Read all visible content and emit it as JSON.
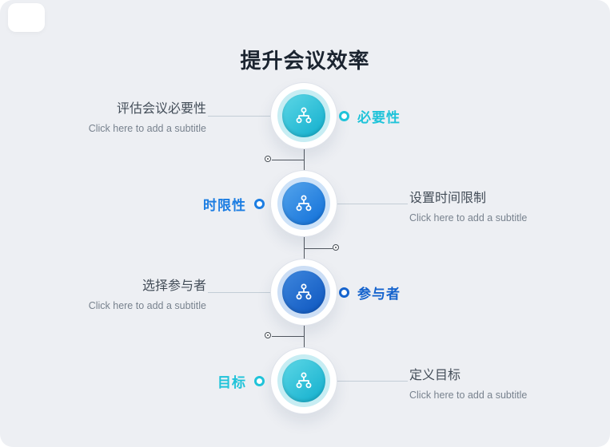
{
  "page": {
    "title": "提升会议效率",
    "background_color": "#edeff3"
  },
  "steps": [
    {
      "badge_label": "必要性",
      "heading": "评估会议必要性",
      "subtitle": "Click here to add a subtitle",
      "text_side": "left",
      "badge_side": "right",
      "accent_color": "#1fc3d9"
    },
    {
      "badge_label": "时限性",
      "heading": "设置时间限制",
      "subtitle": "Click here to add a subtitle",
      "text_side": "right",
      "badge_side": "left",
      "accent_color": "#1c7de2"
    },
    {
      "badge_label": "参与者",
      "heading": "选择参与者",
      "subtitle": "Click here to add a subtitle",
      "text_side": "left",
      "badge_side": "right",
      "accent_color": "#1563cd"
    },
    {
      "badge_label": "目标",
      "heading": "定义目标",
      "subtitle": "Click here to add a subtitle",
      "text_side": "right",
      "badge_side": "left",
      "accent_color": "#1fc3d9"
    }
  ],
  "icons": {
    "node_icon": "org-chart-icon",
    "badge_icon": "donut-ring-icon",
    "connector_icon": "timeline-dot-icon"
  }
}
